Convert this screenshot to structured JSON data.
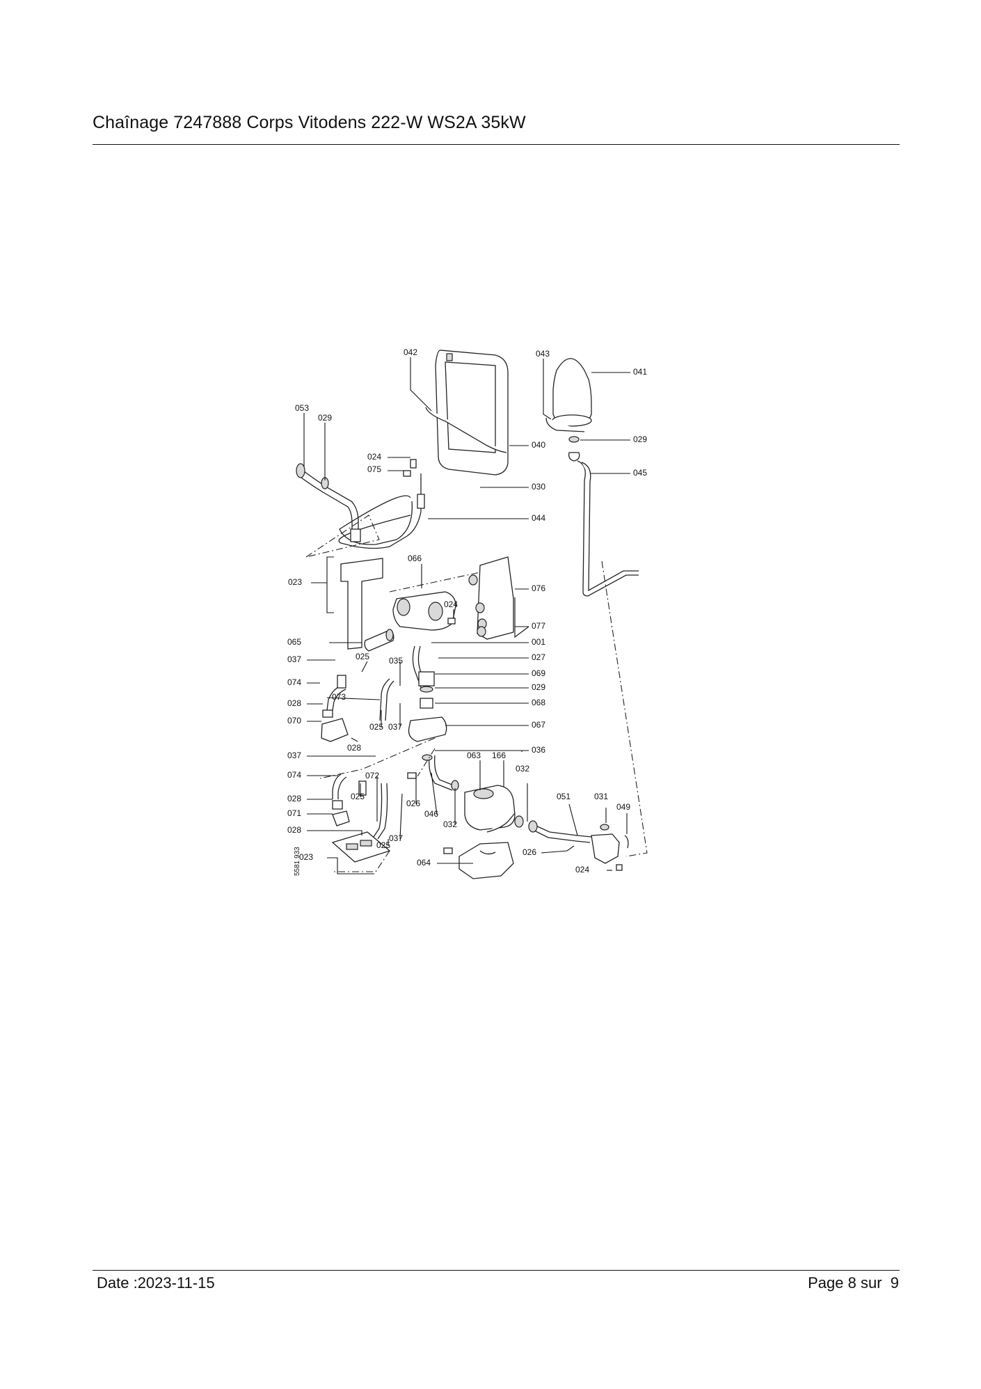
{
  "header": {
    "title": "Chaînage 7247888 Corps Vitodens 222-W WS2A 35kW"
  },
  "footer": {
    "date": "Date :2023-11-15",
    "page": "Page 8 sur  9"
  },
  "diagram": {
    "drawing_number": "5581 933",
    "labels": [
      "042",
      "043",
      "041",
      "053",
      "029",
      "040",
      "029",
      "024",
      "075",
      "030",
      "045",
      "044",
      "066",
      "076",
      "023",
      "024",
      "077",
      "065",
      "001",
      "025",
      "035",
      "027",
      "037",
      "069",
      "074",
      "029",
      "073",
      "068",
      "028",
      "070",
      "037",
      "025",
      "067",
      "028",
      "037",
      "036",
      "063",
      "166",
      "074",
      "072",
      "032",
      "028",
      "025",
      "051",
      "031",
      "049",
      "071",
      "026",
      "046",
      "032",
      "028",
      "037",
      "025",
      "026",
      "023",
      "064",
      "024"
    ]
  }
}
